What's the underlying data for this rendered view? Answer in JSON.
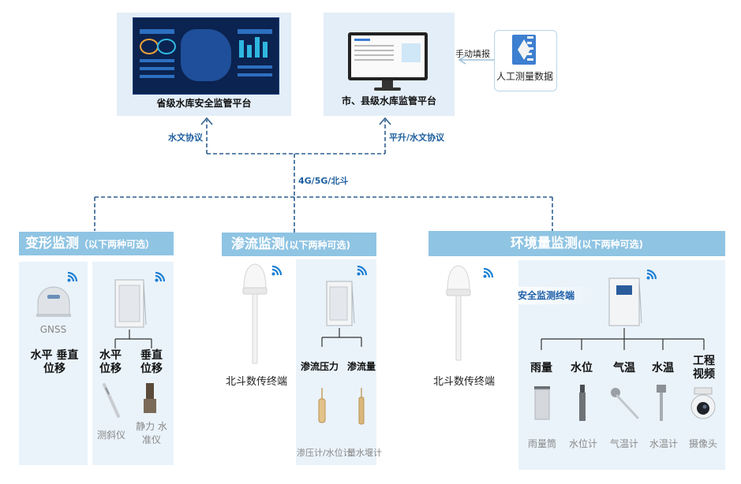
{
  "platforms": {
    "provincial": "省级水库安全监管平台",
    "city_county": "市、县级水库监管平台",
    "manual_data": "人工测量数据",
    "manual_fill": "手动填报"
  },
  "protocols": {
    "left": "水文协议",
    "right": "平升/水文协议",
    "network": "4G/5G/北斗"
  },
  "deformation": {
    "title": "变形监测",
    "note": "（以下两种可选）",
    "gnss": "GNSS",
    "gnss_desc": "水平 垂直 位移",
    "horizontal": "水平 位移",
    "vertical": "垂直 位移",
    "inclinometer": "测斜仪",
    "level": "静力 水准仪"
  },
  "seepage": {
    "title": "渗流监测",
    "note": "(以下两种可选)",
    "beidou": "北斗数传终端",
    "pressure": "渗流压力",
    "flow": "渗流量",
    "pressure_gauge": "渗压计/水位计",
    "weir_gauge": "量水堰计"
  },
  "environment": {
    "title": "环境量监测",
    "note": "(以下两种可选)",
    "beidou": "北斗数传终端",
    "terminal": "安全监测终端",
    "items": [
      "雨量",
      "水位",
      "气温",
      "水温",
      "工程 视频"
    ],
    "devices": [
      "雨量筒",
      "水位计",
      "气温计",
      "水温计",
      "摄像头"
    ]
  }
}
